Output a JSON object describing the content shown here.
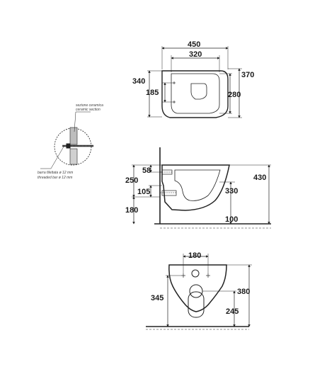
{
  "top_view": {
    "width_overall": "450",
    "width_inner": "320",
    "depth_left": "340",
    "depth_right": "370",
    "fixing_centres": "185",
    "inner_depth": "280"
  },
  "detail": {
    "note_section_it": "sezione ceramica",
    "note_section_en": "ceramic section",
    "note_bar_it": "barra filettata ø 12 mm",
    "note_bar_en": "threaded bar ø 12 mm"
  },
  "side_view": {
    "dim_58": "58",
    "dim_250": "250",
    "dim_105": "105",
    "dim_180": "180",
    "dim_330": "330",
    "dim_430": "430",
    "dim_100": "100"
  },
  "rear_view": {
    "dim_180": "180",
    "dim_345": "345",
    "dim_380": "380",
    "dim_245": "245"
  }
}
